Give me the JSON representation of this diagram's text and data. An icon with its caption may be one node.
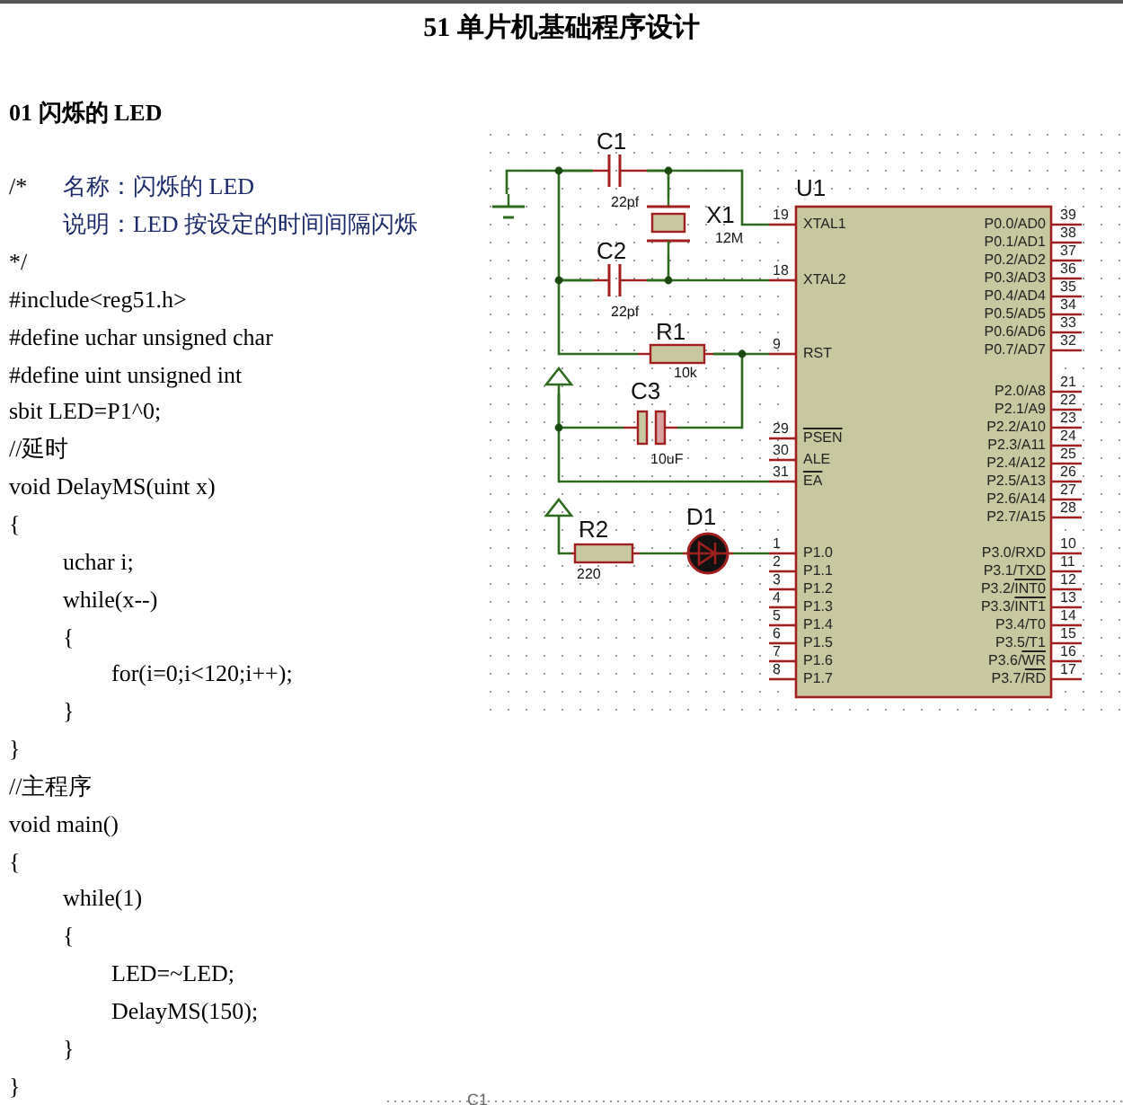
{
  "diagram": {
    "title": "51 单片机基础程序设计",
    "nodes": [
      {
        "text": [],
        "shape": "ground"
      },
      {
        "text": [
          "C1",
          "22pf"
        ]
      },
      {
        "text": [
          "C2",
          "22pf"
        ]
      },
      {
        "text": [
          "X1",
          "12M"
        ]
      },
      {
        "text": [
          "R1",
          "10k"
        ]
      },
      {
        "text": [
          "C3",
          "10uF"
        ]
      },
      {
        "text": [],
        "shape": "triangle"
      },
      {
        "text": [],
        "shape": "triangle"
      },
      {
        "text": [
          "R2",
          "220"
        ]
      },
      {
        "text": [
          "D1"
        ]
      },
      {
        "text": [
          "U1"
        ]
      }
    ],
    "edges": [
      {
        "from": 0,
        "to": 1,
        "arrow": "none"
      },
      {
        "from": 1,
        "to": 2,
        "arrow": "none"
      },
      {
        "from": 2,
        "to": 4,
        "arrow": "none"
      },
      {
        "from": 1,
        "to": 3,
        "arrow": "none"
      },
      {
        "from": 1,
        "to": 10,
        "arrow": "none"
      },
      {
        "from": 3,
        "to": 2,
        "arrow": "none"
      },
      {
        "from": 2,
        "to": 10,
        "arrow": "none"
      },
      {
        "from": 4,
        "to": 10,
        "arrow": "none"
      },
      {
        "from": 4,
        "to": 5,
        "arrow": "none"
      },
      {
        "from": 6,
        "to": 5,
        "arrow": "none"
      },
      {
        "from": 6,
        "to": 10,
        "arrow": "none"
      },
      {
        "from": 7,
        "to": 8,
        "arrow": "none"
      },
      {
        "from": 8,
        "to": 9,
        "arrow": "none"
      },
      {
        "from": 9,
        "to": 10,
        "arrow": "none"
      }
    ],
    "labels": [
      "01 闪烁的 LED",
      "/*",
      "名称：闪烁的 LED",
      "说明：LED 按设定的时间间隔闪烁",
      "*/",
      "#include<reg51.h>",
      "#define uchar unsigned char",
      "#define uint unsigned int",
      "sbit LED=P1^0;",
      "//延时",
      "void DelayMS(uint x)",
      "{",
      "uchar i;",
      "while(x--)",
      "{",
      "for(i=0;i<120;i++);",
      "}",
      "}",
      "//主程序",
      "void main()",
      "{",
      "while(1)",
      "{",
      "LED=~LED;",
      "DelayMS(150);",
      "}",
      "}",
      "19",
      "XTAL1",
      "18",
      "XTAL2",
      "9",
      "RST",
      "29",
      "PSEN",
      "30",
      "ALE",
      "31",
      "EA",
      "1",
      "P1.0",
      "2",
      "P1.1",
      "3",
      "P1.2",
      "4",
      "P1.3",
      "5",
      "P1.4",
      "6",
      "P1.5",
      "7",
      "P1.6",
      "8",
      "P1.7",
      "P0.0/AD0",
      "39",
      "P0.1/AD1",
      "38",
      "P0.2/AD2",
      "37",
      "P0.3/AD3",
      "36",
      "P0.4/AD4",
      "35",
      "P0.5/AD5",
      "34",
      "P0.6/AD6",
      "33",
      "P0.7/AD7",
      "32",
      "P2.0/A8",
      "21",
      "P2.1/A9",
      "22",
      "P2.2/A10",
      "23",
      "P2.3/A11",
      "24",
      "P2.4/A12",
      "25",
      "P2.5/A13",
      "26",
      "P2.6/A14",
      "27",
      "P2.7/A15",
      "28",
      "P3.0/RXD",
      "10",
      "P3.1/TXD",
      "11",
      "P3.2/INT0",
      "12",
      "P3.3/INT1",
      "13",
      "P3.4/T0",
      "14",
      "P3.5/T1",
      "15",
      "P3.6/WR",
      "16",
      "P3.7/RD",
      "17",
      "C1"
    ]
  }
}
